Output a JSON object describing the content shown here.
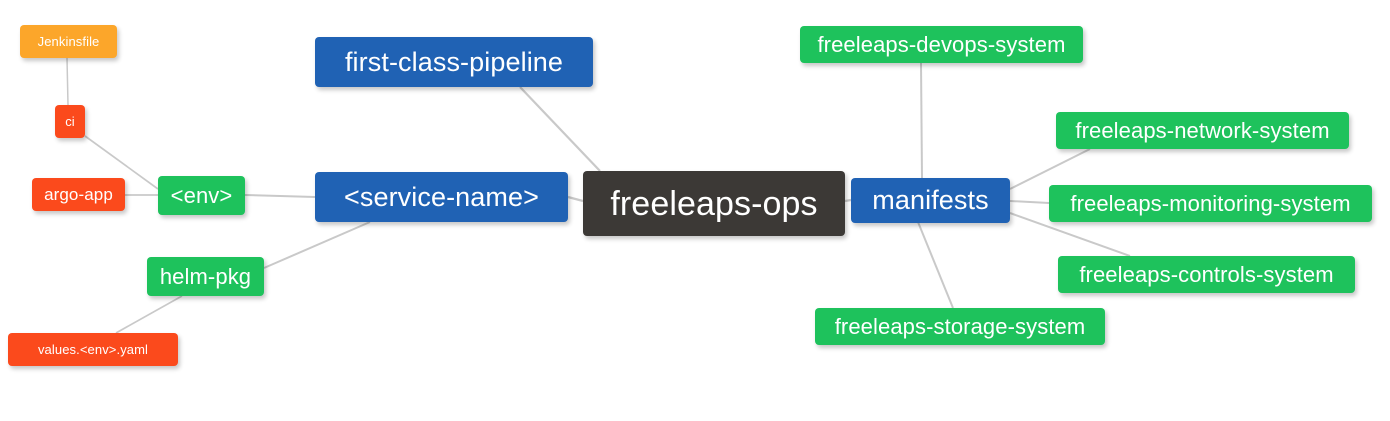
{
  "diagram": {
    "type": "mindmap",
    "title": "freeleaps-ops",
    "background": "#ffffff",
    "edge_color": "#c9c9c9",
    "palette": {
      "root": "#3c3936",
      "blue": "#2062b4",
      "green": "#1ec25c",
      "red": "#fb4a1c",
      "amber": "#fca62a",
      "text": "#ffffff"
    }
  },
  "nodes": {
    "root": {
      "label": "freeleaps-ops"
    },
    "first_class_pipeline": {
      "label": "first-class-pipeline"
    },
    "service_name": {
      "label": "<service-name>"
    },
    "manifests": {
      "label": "manifests"
    },
    "env": {
      "label": "<env>"
    },
    "helm_pkg": {
      "label": "helm-pkg"
    },
    "ci": {
      "label": "ci"
    },
    "argo_app": {
      "label": "argo-app"
    },
    "jenkinsfile": {
      "label": "Jenkinsfile"
    },
    "values_yaml": {
      "label": "values.<env>.yaml"
    },
    "devops_system": {
      "label": "freeleaps-devops-system"
    },
    "network_system": {
      "label": "freeleaps-network-system"
    },
    "monitoring_system": {
      "label": "freeleaps-monitoring-system"
    },
    "controls_system": {
      "label": "freeleaps-controls-system"
    },
    "storage_system": {
      "label": "freeleaps-storage-system"
    }
  },
  "edges": [
    {
      "from": "root",
      "to": "first_class_pipeline"
    },
    {
      "from": "root",
      "to": "service_name"
    },
    {
      "from": "root",
      "to": "manifests"
    },
    {
      "from": "service_name",
      "to": "env"
    },
    {
      "from": "service_name",
      "to": "helm_pkg"
    },
    {
      "from": "env",
      "to": "ci"
    },
    {
      "from": "env",
      "to": "argo_app"
    },
    {
      "from": "ci",
      "to": "jenkinsfile"
    },
    {
      "from": "helm_pkg",
      "to": "values_yaml"
    },
    {
      "from": "manifests",
      "to": "devops_system"
    },
    {
      "from": "manifests",
      "to": "network_system"
    },
    {
      "from": "manifests",
      "to": "monitoring_system"
    },
    {
      "from": "manifests",
      "to": "controls_system"
    },
    {
      "from": "manifests",
      "to": "storage_system"
    }
  ]
}
